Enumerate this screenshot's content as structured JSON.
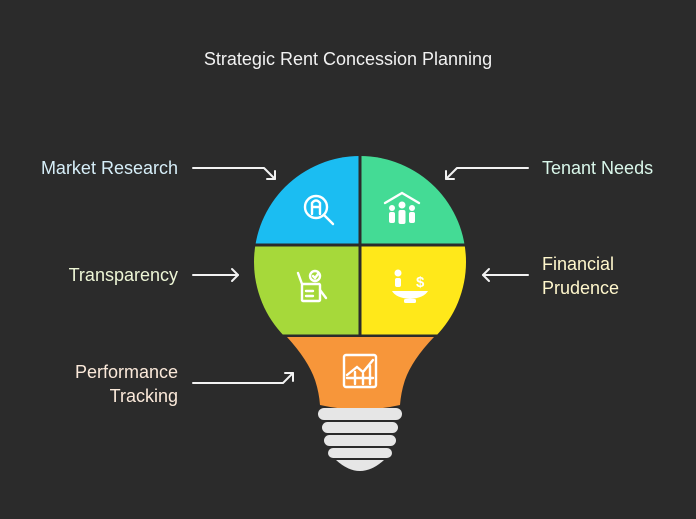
{
  "title": "Strategic Rent Concession Planning",
  "items": [
    {
      "label": "Market Research",
      "icon": "search-building-icon",
      "color": "#1bbdf2",
      "text_color": "#d6eef8"
    },
    {
      "label": "Tenant Needs",
      "icon": "house-people-icon",
      "color": "#44db95",
      "text_color": "#d9f7ea"
    },
    {
      "label": "Transparency",
      "icon": "document-check-icon",
      "color": "#a6d93a",
      "text_color": "#edf6d6"
    },
    {
      "label_line1": "Financial",
      "label_line2": "Prudence",
      "icon": "balance-dollar-icon",
      "color": "#ffe81a",
      "text_color": "#fff7cc"
    },
    {
      "label_line1": "Performance",
      "label_line2": "Tracking",
      "icon": "growth-chart-icon",
      "color": "#f7963a",
      "text_color": "#fbe9da"
    }
  ],
  "background": "#2b2b2b"
}
